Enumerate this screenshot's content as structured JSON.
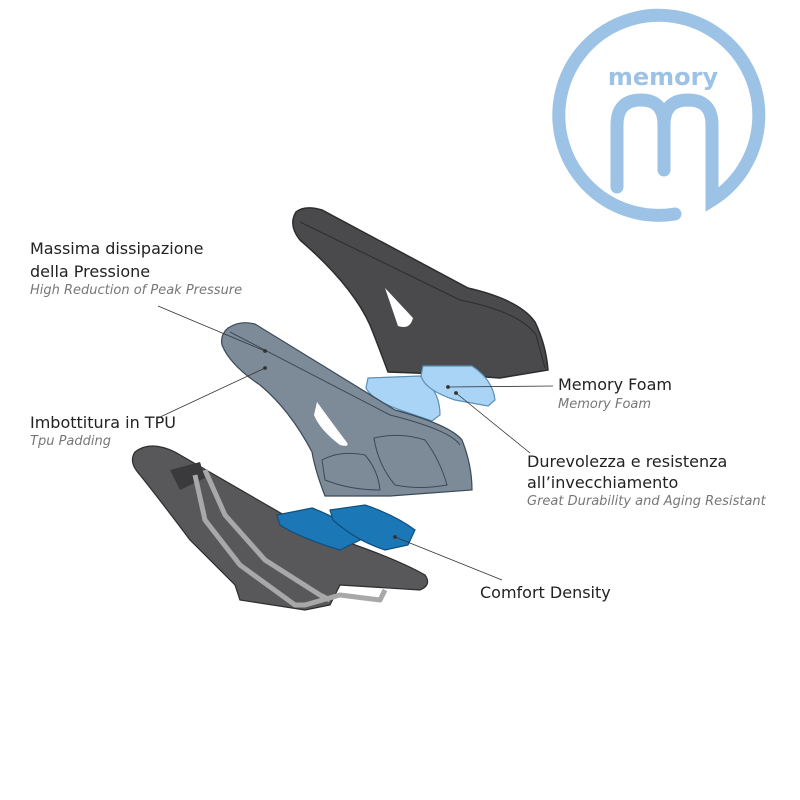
{
  "logo": {
    "text": "memory",
    "color": "#9cc3e6"
  },
  "colors": {
    "cover": "#4a4a4c",
    "tpu": "#7d8b99",
    "memory_foam": "#a9d4f5",
    "comfort": "#1b77b5",
    "base": "#58585a",
    "rails": "#a8a8a8"
  },
  "labels": {
    "pressure": {
      "line1": "Massima dissipazione",
      "line2": "della Pressione",
      "en": "High Reduction of Peak Pressure"
    },
    "tpu": {
      "it": "Imbottitura in TPU",
      "en": "Tpu Padding"
    },
    "memory": {
      "it": "Memory Foam",
      "en": "Memory Foam"
    },
    "durability": {
      "line1": "Durevolezza  e resistenza",
      "line2": "all’invecchiamento",
      "en": "Great Durability and Aging Resistant"
    },
    "comfort": {
      "it": "Comfort Density"
    }
  }
}
